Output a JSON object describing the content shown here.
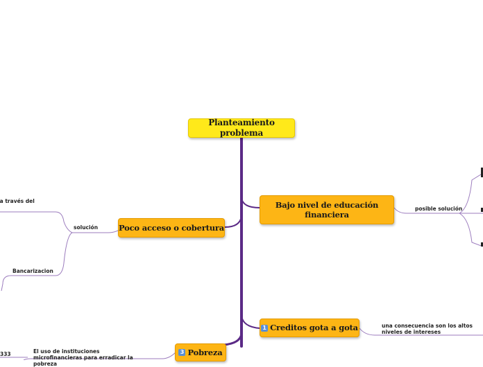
{
  "root": {
    "title": "Planteamiento problema"
  },
  "branches": {
    "educacion": {
      "title": "Bajo nivel de educación financiera"
    },
    "cobertura": {
      "title": "Poco acceso o cobertura"
    },
    "creditos": {
      "title": "Creditos gota a gota",
      "badge": "1"
    },
    "pobreza": {
      "title": "Pobreza",
      "badge": "3"
    }
  },
  "labels": {
    "posible_solucion": "posible solución",
    "solucion": "solución",
    "a_traves_del": "a a través del",
    "bancarizacion": "Bancarizacion",
    "consecuencia": "una consecuencia son los altos niveles de intereses",
    "microfinancieras": "El uso de instituciones microfinancieras para erradicar la pobreza",
    "numero": "333"
  },
  "colors": {
    "connector": "#5b2a86",
    "thin_line": "#9b7bbd",
    "root_fill": "#ffe91a",
    "branch_fill": "#fdb515",
    "badge": "#5a8fd6"
  }
}
